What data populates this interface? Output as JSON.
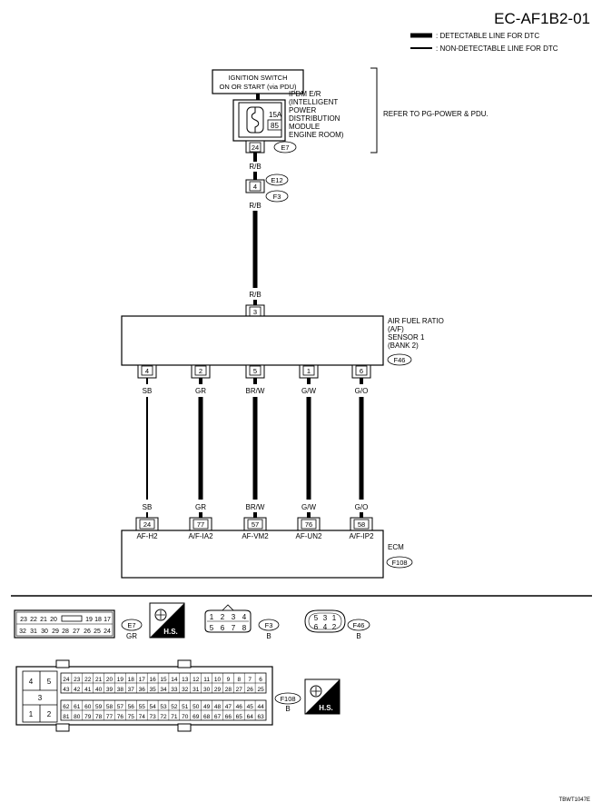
{
  "header": {
    "title": "EC-AF1B2-01",
    "legend_detectable": ": DETECTABLE LINE FOR DTC",
    "legend_nondetectable": ": NON-DETECTABLE LINE FOR DTC"
  },
  "ignition": {
    "line1": "IGNITION SWITCH",
    "line2": "ON OR START (via PDU)"
  },
  "ipdm": {
    "lines": [
      "IPDM E/R",
      "(INTELLIGENT",
      "POWER",
      "DISTRIBUTION",
      "MODULE",
      "ENGINE ROOM)"
    ],
    "fuse_amp": "15A",
    "fuse_no": "85",
    "pin": "24",
    "connector": "E7",
    "refer": "REFER TO PG-POWER & PDU."
  },
  "joint": {
    "wire_top": "R/B",
    "pin": "4",
    "conn_top": "E12",
    "conn_bottom": "F3",
    "wire_bottom": "R/B"
  },
  "sensor": {
    "top_wire": "R/B",
    "top_pin": "3",
    "lines": [
      "AIR FUEL RATIO",
      "(A/F)",
      "SENSOR 1",
      "(BANK 2)"
    ],
    "connector": "F46"
  },
  "wires": [
    {
      "sensor_pin": "4",
      "color": "SB",
      "ecm_pin": "24",
      "ecm_label": "AF-H2"
    },
    {
      "sensor_pin": "2",
      "color": "GR",
      "ecm_pin": "77",
      "ecm_label": "A/F-IA2"
    },
    {
      "sensor_pin": "5",
      "color": "BR/W",
      "ecm_pin": "57",
      "ecm_label": "AF-VM2"
    },
    {
      "sensor_pin": "1",
      "color": "G/W",
      "ecm_pin": "76",
      "ecm_label": "AF-UN2"
    },
    {
      "sensor_pin": "6",
      "color": "G/O",
      "ecm_pin": "58",
      "ecm_label": "A/F-IP2"
    }
  ],
  "ecm": {
    "label": "ECM",
    "connector": "F108"
  },
  "connectors": {
    "e7": {
      "row1": [
        "23",
        "22",
        "21",
        "20",
        "",
        "19",
        "18",
        "17"
      ],
      "row2": [
        "32",
        "31",
        "30",
        "29",
        "28",
        "27",
        "26",
        "25",
        "24"
      ],
      "tag": "E7",
      "color": "GR"
    },
    "f3": {
      "row1": [
        "1",
        "2",
        "3",
        "4"
      ],
      "row2": [
        "5",
        "6",
        "7",
        "8"
      ],
      "tag": "F3",
      "color": "B"
    },
    "f46": {
      "row1": [
        "5",
        "3",
        "1"
      ],
      "row2": [
        "6",
        "4",
        "2"
      ],
      "tag": "F46",
      "color": "B"
    },
    "f108": {
      "left_top": [
        "4",
        "5"
      ],
      "left_mid": "3",
      "left_bot": [
        "1",
        "2"
      ],
      "row1": [
        "24",
        "23",
        "22",
        "21",
        "20",
        "19",
        "18",
        "17",
        "16",
        "15",
        "14",
        "13",
        "12",
        "11",
        "10",
        "9",
        "8",
        "7",
        "6"
      ],
      "row2": [
        "43",
        "42",
        "41",
        "40",
        "39",
        "38",
        "37",
        "36",
        "35",
        "34",
        "33",
        "32",
        "31",
        "30",
        "29",
        "28",
        "27",
        "26",
        "25"
      ],
      "row3": [
        "62",
        "61",
        "60",
        "59",
        "58",
        "57",
        "56",
        "55",
        "54",
        "53",
        "52",
        "51",
        "50",
        "49",
        "48",
        "47",
        "46",
        "45",
        "44"
      ],
      "row4": [
        "81",
        "80",
        "79",
        "78",
        "77",
        "76",
        "75",
        "74",
        "73",
        "72",
        "71",
        "70",
        "69",
        "68",
        "67",
        "66",
        "65",
        "64",
        "63"
      ],
      "tag": "F108",
      "color": "B"
    },
    "hs_label": "H.S."
  },
  "footer": {
    "code": "TBWT1047E"
  }
}
